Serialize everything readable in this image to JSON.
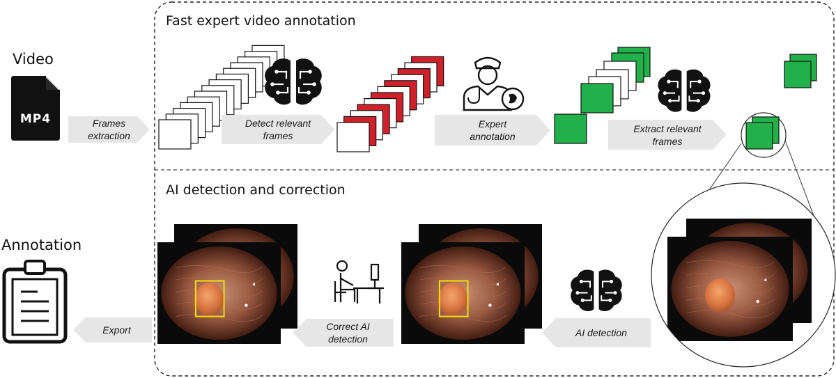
{
  "sections": {
    "top_title": "Fast expert video annotation",
    "bottom_title": "AI detection and correction"
  },
  "inputs": {
    "video_label": "Video",
    "file_badge": "MP4",
    "annotation_label": "Annotation"
  },
  "steps": {
    "frames_extraction": "Frames\nextraction",
    "detect_relevant_frames": "Detect  relevant\nframes",
    "expert_annotation": "Expert\nannotation",
    "extract_relevant_frames": "Extract relevant\nframes",
    "ai_detection": "AI detection",
    "correct_ai_detection": "Correct AI\ndetection",
    "export": "Export"
  },
  "icons": {
    "file": "mp4-file-icon",
    "brain": "brain-circuit-icon",
    "doctor": "doctor-icon",
    "workstation": "person-at-computer-icon",
    "clipboard": "clipboard-icon"
  },
  "colors": {
    "arrow_fill": "#e6e6e6",
    "relevant_frame": "#d0202a",
    "annotated_frame": "#22b04b",
    "detection_box": "#f2e000",
    "divider": "#444444"
  },
  "frame_stacks": {
    "all_frames": 14,
    "relevant_frames": 12,
    "extracted_frames": 7
  }
}
